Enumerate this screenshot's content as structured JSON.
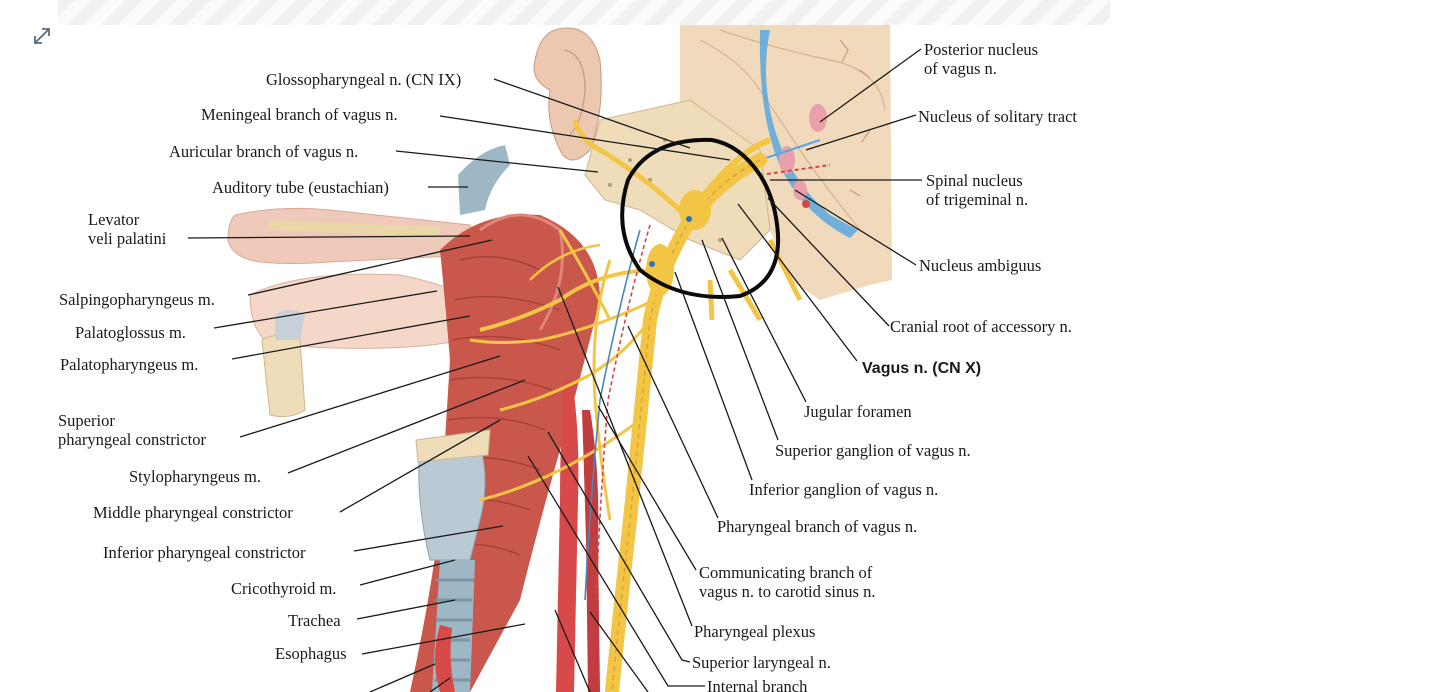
{
  "labels": {
    "glossopharyngeal": "Glossopharyngeal n. (CN IX)",
    "meningeal_branch": "Meningeal branch of vagus n.",
    "auricular_branch": "Auricular branch of vagus n.",
    "auditory_tube": "Auditory tube (eustachian)",
    "levator_1": "Levator",
    "levator_2": "veli palatini",
    "salpingopharyngeus": "Salpingopharyngeus m.",
    "palatoglossus": "Palatoglossus m.",
    "palatopharyngeus": "Palatopharyngeus m.",
    "superior_constrictor_1": "Superior",
    "superior_constrictor_2": "pharyngeal constrictor",
    "stylopharyngeus": "Stylopharyngeus m.",
    "middle_constrictor": "Middle pharyngeal constrictor",
    "inferior_constrictor": "Inferior pharyngeal constrictor",
    "cricothyroid": "Cricothyroid m.",
    "trachea": "Trachea",
    "esophagus": "Esophagus",
    "posterior_nucleus_1": "Posterior nucleus",
    "posterior_nucleus_2": "of vagus n.",
    "solitary_tract": "Nucleus of solitary tract",
    "spinal_nucleus_1": "Spinal nucleus",
    "spinal_nucleus_2": "of trigeminal n.",
    "ambiguus": "Nucleus ambiguus",
    "cranial_root": "Cranial root of accessory n.",
    "vagus": "Vagus n. (CN X)",
    "jugular_foramen": "Jugular foramen",
    "superior_ganglion": "Superior ganglion of vagus n.",
    "inferior_ganglion": "Inferior ganglion of vagus n.",
    "pharyngeal_branch": "Pharyngeal branch of vagus n.",
    "communicating_1": "Communicating branch of",
    "communicating_2": "vagus n. to carotid sinus n.",
    "pharyngeal_plexus": "Pharyngeal plexus",
    "superior_laryngeal": "Superior laryngeal n.",
    "internal_branch": "Internal branch"
  },
  "colors": {
    "nerve": "#f3c545",
    "muscle": "#c9574c",
    "bone": "#efdcb9",
    "cartilage": "#9eb7c4",
    "brainstem": "#f1d9bc",
    "nucleus_blue": "#5aa7e0",
    "nucleus_red": "#e9a0aa",
    "annotation_circle": "#0a0a0a"
  },
  "icons": {
    "expand": "expand-icon"
  }
}
